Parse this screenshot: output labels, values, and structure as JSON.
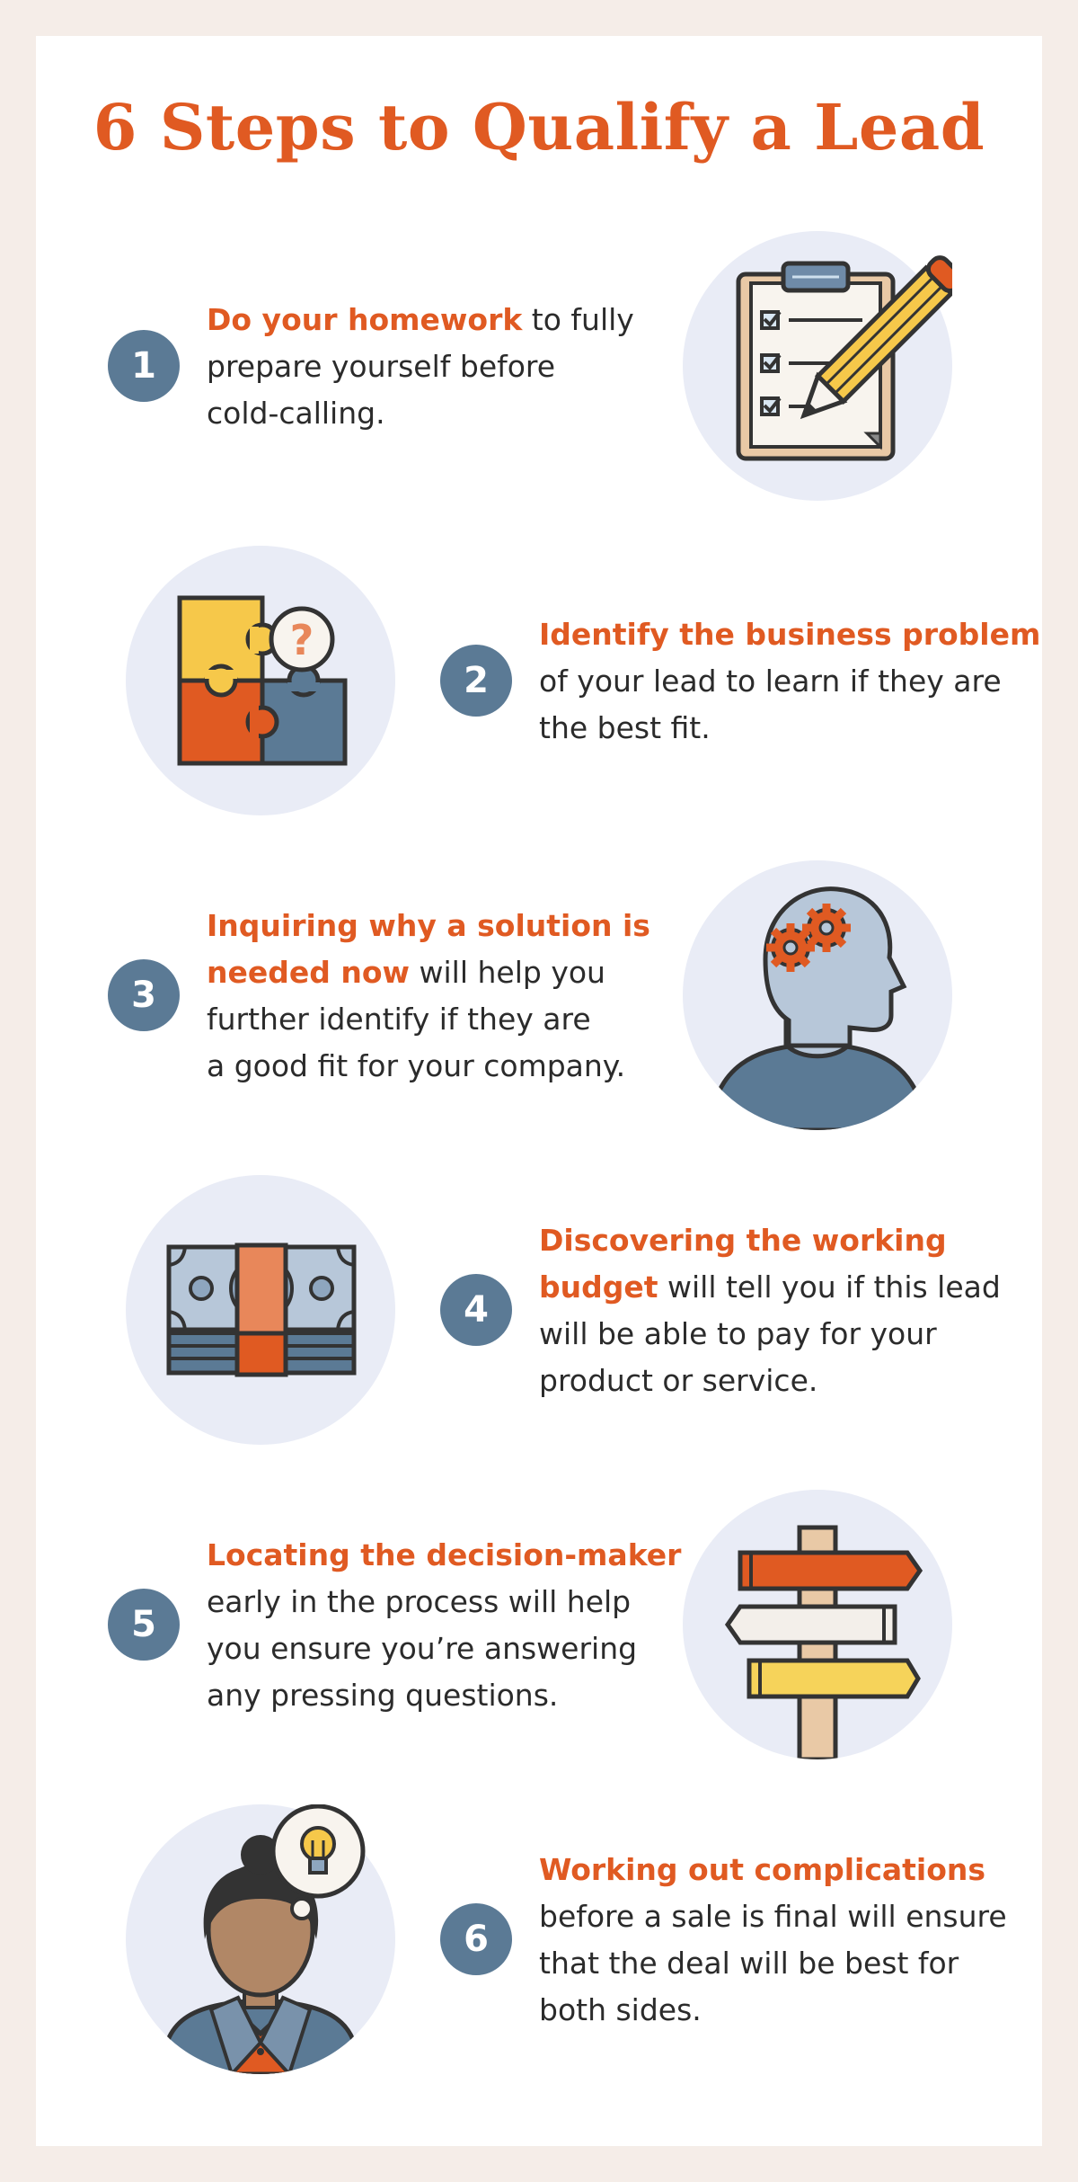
{
  "title": "6 Steps to Qualify a Lead",
  "colors": {
    "accent": "#e05a22",
    "badge": "#5b7a95",
    "circle_bg": "#e9ecf6",
    "page_bg": "#f5ede8"
  },
  "steps": [
    {
      "number": "1",
      "highlight": "Do your homework",
      "lines": [
        " to fully",
        "prepare yourself before",
        "cold-calling."
      ],
      "icon": "clipboard-pencil-icon"
    },
    {
      "number": "2",
      "highlight": "Identify the business problem",
      "lines": [
        "of your lead to learn if they are",
        "the best fit."
      ],
      "icon": "puzzle-question-icon"
    },
    {
      "number": "3",
      "highlight_lines": [
        "Inquiring why a solution is",
        "needed now"
      ],
      "lines": [
        " will help you",
        "further identify if they are",
        "a good fit for your company."
      ],
      "icon": "head-gears-icon"
    },
    {
      "number": "4",
      "highlight_lines": [
        "Discovering the working",
        "budget"
      ],
      "lines": [
        " will tell you if this lead",
        "will be able to pay for your",
        "product or service."
      ],
      "icon": "money-stack-icon"
    },
    {
      "number": "5",
      "highlight": "Locating the decision-maker",
      "lines": [
        "early in the process will help",
        "you ensure you’re answering",
        "any pressing questions."
      ],
      "icon": "signpost-icon"
    },
    {
      "number": "6",
      "highlight": "Working out complications",
      "lines": [
        "before a sale is final will ensure",
        "that the deal will be best for",
        "both sides."
      ],
      "icon": "woman-lightbulb-icon"
    }
  ]
}
